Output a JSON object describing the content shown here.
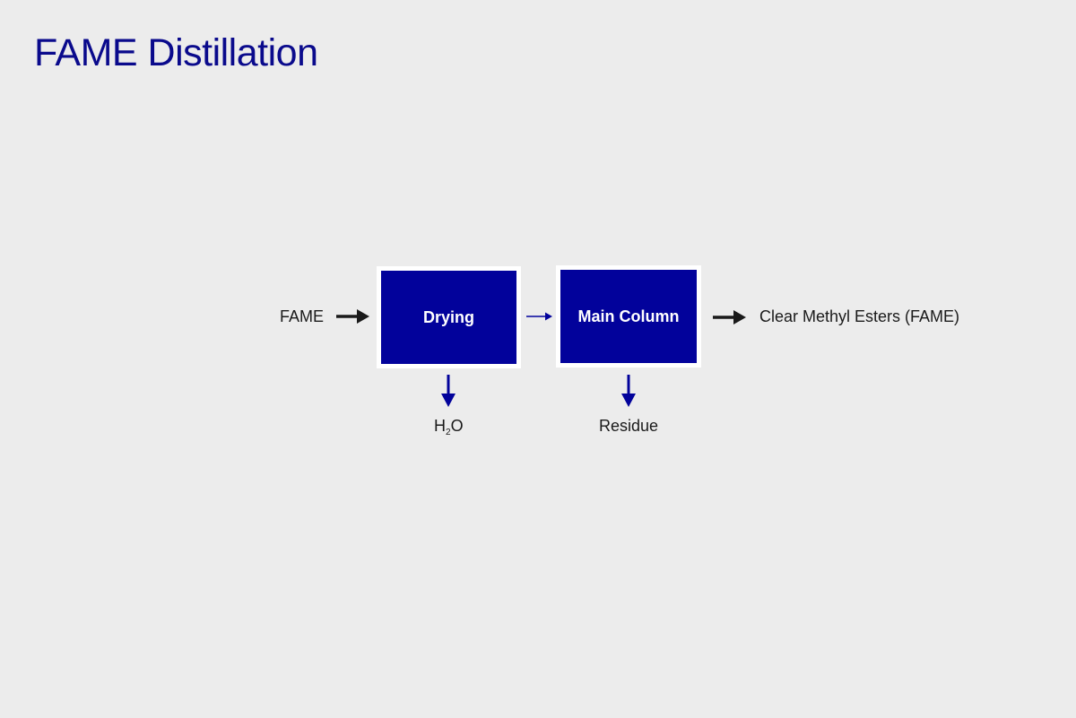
{
  "title": "FAME Distillation",
  "diagram": {
    "input": {
      "label": "FAME"
    },
    "steps": [
      {
        "label": "Drying",
        "byproduct": {
          "main": "H",
          "sub": "2",
          "suffix": "O"
        }
      },
      {
        "label": "Main Column",
        "byproduct": {
          "label": "Residue"
        }
      }
    ],
    "output": {
      "label": "Clear Methyl Esters (FAME)"
    }
  },
  "colors": {
    "background": "#ececec",
    "title": "#0a0a8c",
    "box_fill": "#02029b",
    "box_border": "#ffffff",
    "arrow_dark": "#1a1a1a",
    "arrow_blue": "#02029b"
  }
}
